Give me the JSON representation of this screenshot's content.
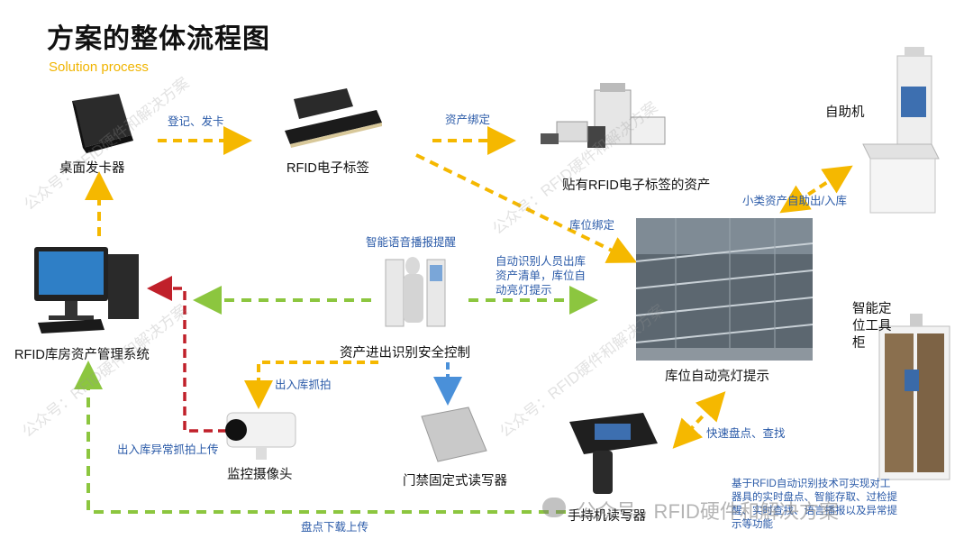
{
  "header": {
    "title": "方案的整体流程图",
    "subtitle": "Solution process"
  },
  "nodes": {
    "card_issuer": "桌面发卡器",
    "rfid_tag": "RFID电子标签",
    "tagged_assets": "贴有RFID电子标签的资产",
    "kiosk": "自助机",
    "management_system": "RFID库房资产管理系统",
    "access_control": "资产进出识别安全控制",
    "shelf_light": "库位自动亮灯提示",
    "smart_cabinet": "智能定位工具柜",
    "camera": "监控摄像头",
    "fixed_reader": "门禁固定式读写器",
    "handheld_reader": "手持机读写器"
  },
  "edges": {
    "register_issue": "登记、发卡",
    "asset_binding": "资产绑定",
    "location_binding": "库位绑定",
    "kiosk_self_service": "小类资产自助出/入库",
    "voice_broadcast": "智能语音播报提醒",
    "auto_identify": "自动识别人员出库资产清单，库位自动亮灯提示",
    "capture_in_out": "出入库抓拍",
    "abnormal_capture_upload": "出入库异常抓拍上传",
    "quick_inventory": "快速盘点、查找",
    "inventory_upload": "盘点下载上传"
  },
  "cabinet_description": "基于RFID自动识别技术可实现对工器具的实时盘点、智能存取、过检提醒、实时查找、语言播报以及异常提示等功能",
  "watermarks": {
    "diagonal": "公众号：RFID硬件和解决方案",
    "footer": "公众号 · RFID硬件和解决方案"
  },
  "colors": {
    "yellow_arrow": "#f5b800",
    "green_arrow": "#8cc63f",
    "red_arrow": "#c0202a",
    "blue_arrow": "#4a90d9",
    "label_blue": "#2a5aa8"
  }
}
